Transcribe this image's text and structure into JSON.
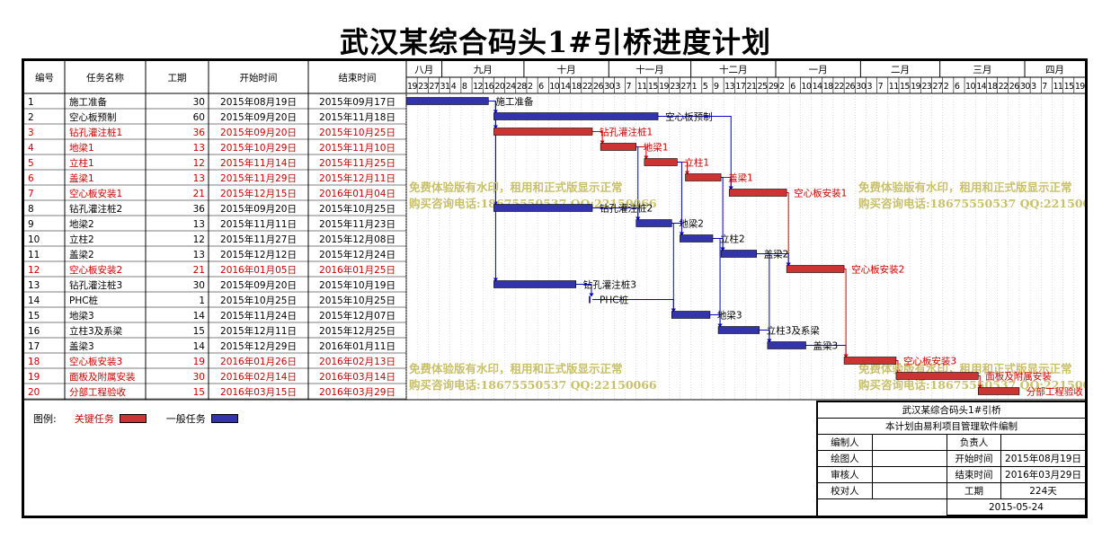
{
  "title": "武汉某综合码头1#引桥进度计划",
  "columns": {
    "id": "编号",
    "name": "任务名称",
    "dur": "工期",
    "start": "开始时间",
    "end": "结束时间"
  },
  "months": [
    {
      "label": "八月",
      "days": [
        "19",
        "23",
        "27",
        "31"
      ]
    },
    {
      "label": "九月",
      "days": [
        "4",
        "8",
        "12",
        "16",
        "20",
        "24",
        "28"
      ]
    },
    {
      "label": "十月",
      "days": [
        "2",
        "6",
        "10",
        "14",
        "18",
        "22",
        "26",
        "30"
      ]
    },
    {
      "label": "十一月",
      "days": [
        "3",
        "7",
        "11",
        "15",
        "19",
        "23",
        "27"
      ]
    },
    {
      "label": "十二月",
      "days": [
        "1",
        "5",
        "9",
        "13",
        "17",
        "21",
        "25",
        "29"
      ]
    },
    {
      "label": "一月",
      "days": [
        "2",
        "6",
        "10",
        "14",
        "18",
        "22",
        "26",
        "30"
      ]
    },
    {
      "label": "二月",
      "days": [
        "3",
        "7",
        "11",
        "15",
        "19",
        "23",
        "27"
      ]
    },
    {
      "label": "三月",
      "days": [
        "2",
        "6",
        "10",
        "14",
        "18",
        "22",
        "26",
        "30"
      ]
    },
    {
      "label": "四月",
      "days": [
        "3",
        "7",
        "11",
        "15",
        "19"
      ]
    }
  ],
  "chart_data": {
    "type": "gantt",
    "title": "武汉某综合码头1#引桥进度计划",
    "x_range": [
      "2015-08-19",
      "2016-04-23"
    ],
    "tasks": [
      {
        "id": "1",
        "name": "施工准备",
        "dur": 30,
        "start": "2015年08月19日",
        "end": "2015年09月17日",
        "s": "2015-08-19",
        "e": "2015-09-17",
        "critical": false,
        "bar_label": "施工准备"
      },
      {
        "id": "2",
        "name": "空心板预制",
        "dur": 60,
        "start": "2015年09月20日",
        "end": "2015年11月18日",
        "s": "2015-09-20",
        "e": "2015-11-18",
        "critical": false,
        "bar_label": "空心板预制"
      },
      {
        "id": "3",
        "name": "钻孔灌注桩1",
        "dur": 36,
        "start": "2015年09月20日",
        "end": "2015年10月25日",
        "s": "2015-09-20",
        "e": "2015-10-25",
        "critical": true,
        "bar_label": "钻孔灌注桩1"
      },
      {
        "id": "4",
        "name": "地梁1",
        "dur": 13,
        "start": "2015年10月29日",
        "end": "2015年11月10日",
        "s": "2015-10-29",
        "e": "2015-11-10",
        "critical": true,
        "bar_label": "地梁1"
      },
      {
        "id": "5",
        "name": "立柱1",
        "dur": 12,
        "start": "2015年11月14日",
        "end": "2015年11月25日",
        "s": "2015-11-14",
        "e": "2015-11-25",
        "critical": true,
        "bar_label": "立柱1"
      },
      {
        "id": "6",
        "name": "盖梁1",
        "dur": 13,
        "start": "2015年11月29日",
        "end": "2015年12月11日",
        "s": "2015-11-29",
        "e": "2015-12-11",
        "critical": true,
        "bar_label": "盖梁1"
      },
      {
        "id": "7",
        "name": "空心板安装1",
        "dur": 21,
        "start": "2015年12月15日",
        "end": "2016年01月04日",
        "s": "2015-12-15",
        "e": "2016-01-04",
        "critical": true,
        "bar_label": "空心板安装1"
      },
      {
        "id": "8",
        "name": "钻孔灌注桩2",
        "dur": 36,
        "start": "2015年09月20日",
        "end": "2015年10月25日",
        "s": "2015-09-20",
        "e": "2015-10-25",
        "critical": false,
        "bar_label": "钻孔灌注桩2"
      },
      {
        "id": "9",
        "name": "地梁2",
        "dur": 13,
        "start": "2015年11月11日",
        "end": "2015年11月23日",
        "s": "2015-11-11",
        "e": "2015-11-23",
        "critical": false,
        "bar_label": "地梁2"
      },
      {
        "id": "10",
        "name": "立柱2",
        "dur": 12,
        "start": "2015年11月27日",
        "end": "2015年12月08日",
        "s": "2015-11-27",
        "e": "2015-12-08",
        "critical": false,
        "bar_label": "立柱2"
      },
      {
        "id": "11",
        "name": "盖梁2",
        "dur": 13,
        "start": "2015年12月12日",
        "end": "2015年12月24日",
        "s": "2015-12-12",
        "e": "2015-12-24",
        "critical": false,
        "bar_label": "盖梁2"
      },
      {
        "id": "12",
        "name": "空心板安装2",
        "dur": 21,
        "start": "2016年01月05日",
        "end": "2016年01月25日",
        "s": "2016-01-05",
        "e": "2016-01-25",
        "critical": true,
        "bar_label": "空心板安装2"
      },
      {
        "id": "13",
        "name": "钻孔灌注桩3",
        "dur": 30,
        "start": "2015年09月20日",
        "end": "2015年10月19日",
        "s": "2015-09-20",
        "e": "2015-10-19",
        "critical": false,
        "bar_label": "钻孔灌注桩3"
      },
      {
        "id": "14",
        "name": "PHC桩",
        "dur": 1,
        "start": "2015年10月25日",
        "end": "2015年10月25日",
        "s": "2015-10-25",
        "e": "2015-10-25",
        "critical": false,
        "bar_label": "PHC桩"
      },
      {
        "id": "15",
        "name": "地梁3",
        "dur": 14,
        "start": "2015年11月24日",
        "end": "2015年12月07日",
        "s": "2015-11-24",
        "e": "2015-12-07",
        "critical": false,
        "bar_label": "地梁3"
      },
      {
        "id": "16",
        "name": "立柱3及系梁",
        "dur": 15,
        "start": "2015年12月11日",
        "end": "2015年12月25日",
        "s": "2015-12-11",
        "e": "2015-12-25",
        "critical": false,
        "bar_label": "立柱3及系梁"
      },
      {
        "id": "17",
        "name": "盖梁3",
        "dur": 14,
        "start": "2015年12月29日",
        "end": "2016年01月11日",
        "s": "2015-12-29",
        "e": "2016-01-11",
        "critical": false,
        "bar_label": "盖梁3"
      },
      {
        "id": "18",
        "name": "空心板安装3",
        "dur": 19,
        "start": "2016年01月26日",
        "end": "2016年02月13日",
        "s": "2016-01-26",
        "e": "2016-02-13",
        "critical": true,
        "bar_label": "空心板安装3"
      },
      {
        "id": "19",
        "name": "面板及附属安装",
        "dur": 30,
        "start": "2016年02月14日",
        "end": "2016年03月14日",
        "s": "2016-02-14",
        "e": "2016-03-14",
        "critical": true,
        "bar_label": "面板及附属安装"
      },
      {
        "id": "20",
        "name": "分部工程验收",
        "dur": 15,
        "start": "2016年03月15日",
        "end": "2016年03月29日",
        "s": "2016-03-15",
        "e": "2016-03-29",
        "critical": true,
        "bar_label": "分部工程验收"
      }
    ],
    "links": [
      [
        1,
        2
      ],
      [
        1,
        3
      ],
      [
        1,
        8
      ],
      [
        1,
        13
      ],
      [
        3,
        4
      ],
      [
        4,
        5
      ],
      [
        5,
        6
      ],
      [
        6,
        7
      ],
      [
        7,
        12
      ],
      [
        2,
        7
      ],
      [
        8,
        9
      ],
      [
        9,
        10
      ],
      [
        10,
        11
      ],
      [
        11,
        12
      ],
      [
        4,
        9
      ],
      [
        5,
        10
      ],
      [
        6,
        11
      ],
      [
        13,
        14
      ],
      [
        14,
        15
      ],
      [
        15,
        16
      ],
      [
        16,
        17
      ],
      [
        17,
        18
      ],
      [
        9,
        15
      ],
      [
        10,
        16
      ],
      [
        11,
        17
      ],
      [
        12,
        18
      ],
      [
        18,
        19
      ],
      [
        19,
        20
      ]
    ]
  },
  "watermark": {
    "line1": "免费体验版有水印，租用和正式版显示正常",
    "line2": "购买咨询电话:18675550537 QQ:22150066"
  },
  "legend": {
    "label": "图例:",
    "critical": "关键任务",
    "normal": "一般任务"
  },
  "colors": {
    "critical": "#cc3333",
    "normal": "#3333aa",
    "critical_text": "#cc0000",
    "link_blue": "#0000cc",
    "link_red": "#cc0000"
  },
  "info": {
    "project": "武汉某综合码头1#引桥",
    "software": "本计划由易利项目管理软件编制",
    "editor_label": "编制人",
    "owner_label": "负责人",
    "drawer_label": "绘图人",
    "start_label": "开始时间",
    "start_value": "2015年08月19日",
    "reviewer_label": "审核人",
    "end_label": "结束时间",
    "end_value": "2016年03月29日",
    "checker_label": "校对人",
    "duration_label": "工期",
    "duration_value": "224天",
    "date": "2015-05-24"
  }
}
